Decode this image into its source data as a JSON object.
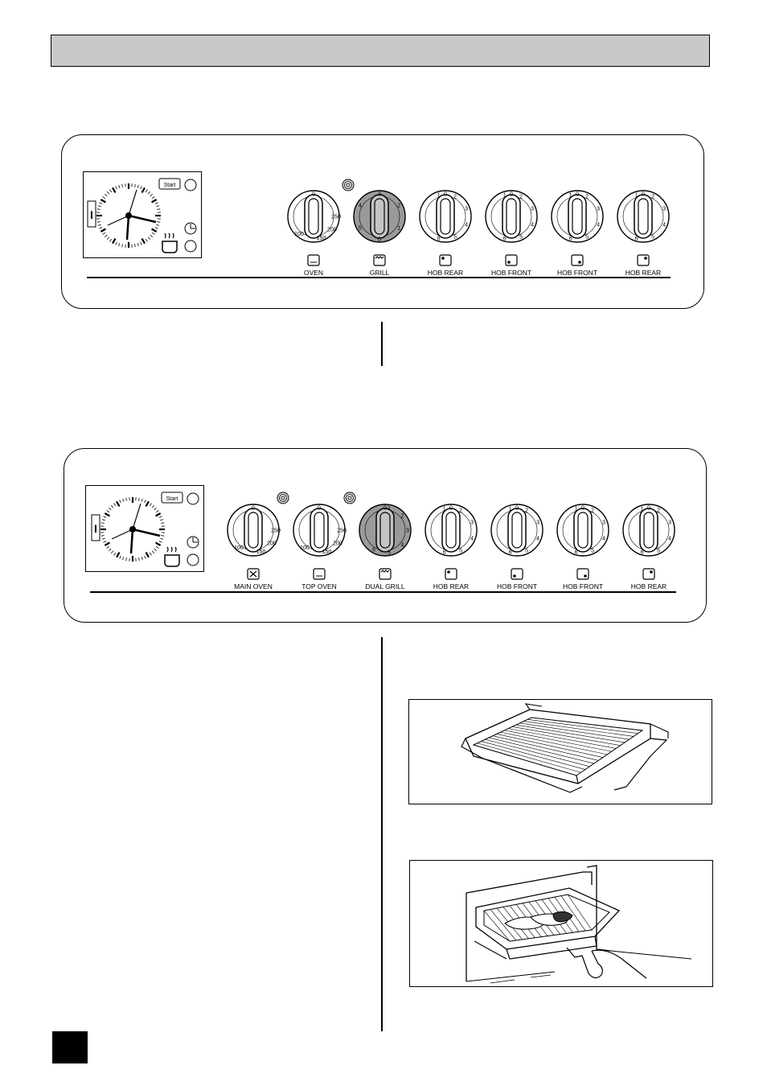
{
  "page": {
    "number": ""
  },
  "panel_single": {
    "clock": {
      "start_label": "Start"
    },
    "knobs": [
      {
        "label": "OVEN",
        "icon": "oven-icon",
        "scale": [
          "0",
          "100",
          "150",
          "200",
          "250"
        ],
        "type": "thermostat"
      },
      {
        "label": "GRILL",
        "icon": "grill-icon",
        "scale": [
          "0",
          "1",
          "2",
          "3",
          "4",
          "5"
        ],
        "type": "grill",
        "shaded": true
      },
      {
        "label": "HOB REAR",
        "icon": "hob-rear-left-icon",
        "scale": [
          "0",
          "1",
          "2",
          "3",
          "4",
          "5",
          "6"
        ],
        "type": "hob"
      },
      {
        "label": "HOB FRONT",
        "icon": "hob-front-left-icon",
        "scale": [
          "0",
          "1",
          "2",
          "3",
          "4",
          "5",
          "6"
        ],
        "type": "hob"
      },
      {
        "label": "HOB FRONT",
        "icon": "hob-front-right-icon",
        "scale": [
          "0",
          "1",
          "2",
          "3",
          "4",
          "5",
          "6"
        ],
        "type": "hob"
      },
      {
        "label": "HOB REAR",
        "icon": "hob-rear-right-icon",
        "scale": [
          "0",
          "1",
          "2",
          "3",
          "4",
          "5",
          "6"
        ],
        "type": "hob"
      }
    ]
  },
  "panel_double": {
    "clock": {
      "start_label": "Start"
    },
    "knobs": [
      {
        "label": "MAIN OVEN",
        "icon": "fan-oven-icon",
        "scale": [
          "0",
          "100",
          "150",
          "200",
          "250"
        ],
        "type": "thermostat"
      },
      {
        "label": "TOP OVEN",
        "icon": "oven-icon",
        "scale": [
          "0",
          "100",
          "150",
          "200",
          "250"
        ],
        "type": "thermostat"
      },
      {
        "label": "DUAL GRILL",
        "icon": "grill-icon",
        "scale": [
          "0",
          "1",
          "2",
          "3",
          "4",
          "5",
          "6"
        ],
        "type": "dualgrill",
        "shaded": true
      },
      {
        "label": "HOB REAR",
        "icon": "hob-rear-left-icon",
        "scale": [
          "0",
          "1",
          "2",
          "3",
          "4",
          "5",
          "6"
        ],
        "type": "hob"
      },
      {
        "label": "HOB FRONT",
        "icon": "hob-front-left-icon",
        "scale": [
          "0",
          "1",
          "2",
          "3",
          "4",
          "5",
          "6"
        ],
        "type": "hob"
      },
      {
        "label": "HOB FRONT",
        "icon": "hob-front-right-icon",
        "scale": [
          "0",
          "1",
          "2",
          "3",
          "4",
          "5",
          "6"
        ],
        "type": "hob"
      },
      {
        "label": "HOB REAR",
        "icon": "hob-rear-right-icon",
        "scale": [
          "0",
          "1",
          "2",
          "3",
          "4",
          "5",
          "6"
        ],
        "type": "hob"
      }
    ]
  },
  "figures": [
    {
      "name": "grill-pan-with-rack-illustration"
    },
    {
      "name": "grill-pan-inserted-illustration"
    }
  ]
}
